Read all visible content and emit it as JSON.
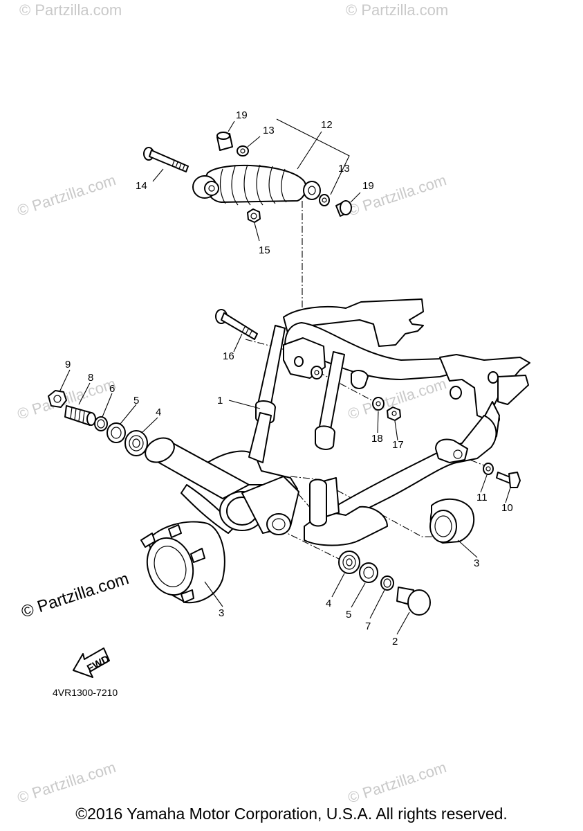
{
  "watermark": {
    "text": "© Partzilla.com",
    "color": "#c9c9c9"
  },
  "diagram_code": "4VR1300-7210",
  "copyright": "©2016 Yamaha Motor Corporation, U.S.A. All rights reserved.",
  "fwd_label": "FWD",
  "callouts": [
    "1",
    "2",
    "3",
    "3",
    "4",
    "4",
    "5",
    "5",
    "6",
    "7",
    "8",
    "9",
    "10",
    "11",
    "12",
    "13",
    "13",
    "14",
    "15",
    "16",
    "17",
    "18",
    "19",
    "19"
  ]
}
